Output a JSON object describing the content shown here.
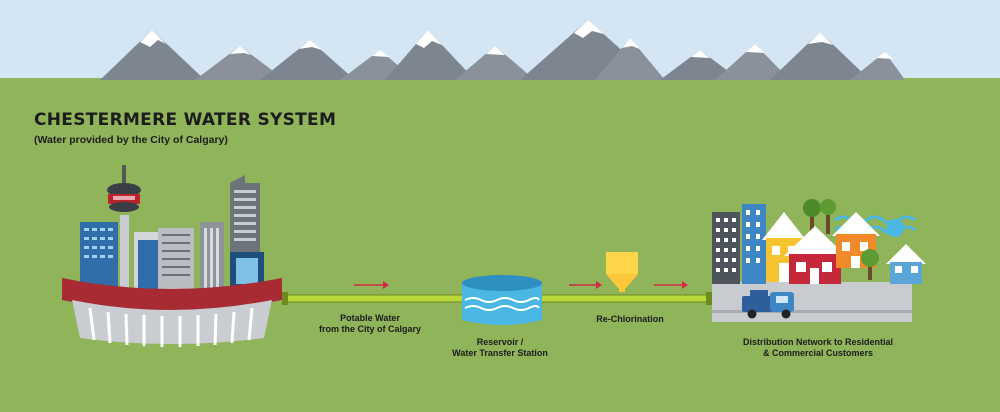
{
  "header": {
    "title": "CHESTERMERE WATER SYSTEM",
    "subtitle": "(Water provided by the City of Calgary)"
  },
  "stages": [
    {
      "id": "potable-water",
      "lines": [
        "Potable Water",
        "from the City of Calgary"
      ]
    },
    {
      "id": "reservoir",
      "lines": [
        "Reservoir /",
        "Water Transfer Station"
      ]
    },
    {
      "id": "rechlorination",
      "lines": [
        "Re-Chlorination"
      ]
    },
    {
      "id": "distribution",
      "lines": [
        "Distribution Network to Residential",
        "& Commercial Customers"
      ]
    }
  ],
  "colors": {
    "sky": "#d4e6f3",
    "grass": "#8fb45a",
    "mountain": "#7d8590",
    "snow": "#ffffff",
    "pipe": "#b8d83a",
    "arrow": "#d42a45",
    "water": "#4ab7e4",
    "chlorine": "#ffd54a"
  }
}
